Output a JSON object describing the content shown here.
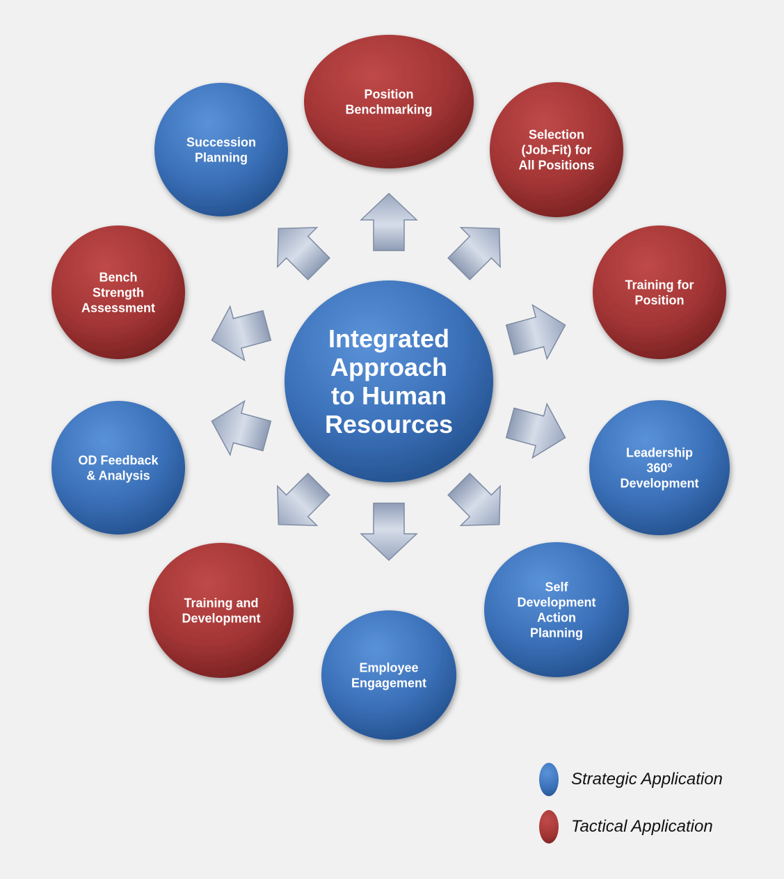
{
  "center": {
    "lines": [
      "Integrated",
      "Approach",
      "to Human",
      "Resources"
    ]
  },
  "nodes": [
    {
      "id": "position-benchmarking",
      "type": "tactical",
      "lines": [
        "Position",
        "Benchmarking"
      ]
    },
    {
      "id": "selection-job-fit",
      "type": "tactical",
      "lines": [
        "Selection",
        "(Job-Fit) for",
        "All Positions"
      ]
    },
    {
      "id": "training-for-position",
      "type": "tactical",
      "lines": [
        "Training for",
        "Position"
      ]
    },
    {
      "id": "leadership-360",
      "type": "strategic",
      "lines": [
        "Leadership",
        "360°",
        "Development"
      ]
    },
    {
      "id": "self-development",
      "type": "strategic",
      "lines": [
        "Self",
        "Development",
        "Action",
        "Planning"
      ]
    },
    {
      "id": "employee-engagement",
      "type": "strategic",
      "lines": [
        "Employee",
        "Engagement"
      ]
    },
    {
      "id": "training-and-development",
      "type": "tactical",
      "lines": [
        "Training and",
        "Development"
      ]
    },
    {
      "id": "od-feedback",
      "type": "strategic",
      "lines": [
        "OD Feedback",
        "& Analysis"
      ]
    },
    {
      "id": "bench-strength",
      "type": "tactical",
      "lines": [
        "Bench",
        "Strength",
        "Assessment"
      ]
    },
    {
      "id": "succession-planning",
      "type": "strategic",
      "lines": [
        "Succession",
        "Planning"
      ]
    }
  ],
  "legend": {
    "strategic": "Strategic Application",
    "tactical": "Tactical Application"
  },
  "colors": {
    "strategic": "#3a70b8",
    "tactical": "#a33535",
    "arrow": "#b4c0d4",
    "background": "#f1f1f1"
  }
}
